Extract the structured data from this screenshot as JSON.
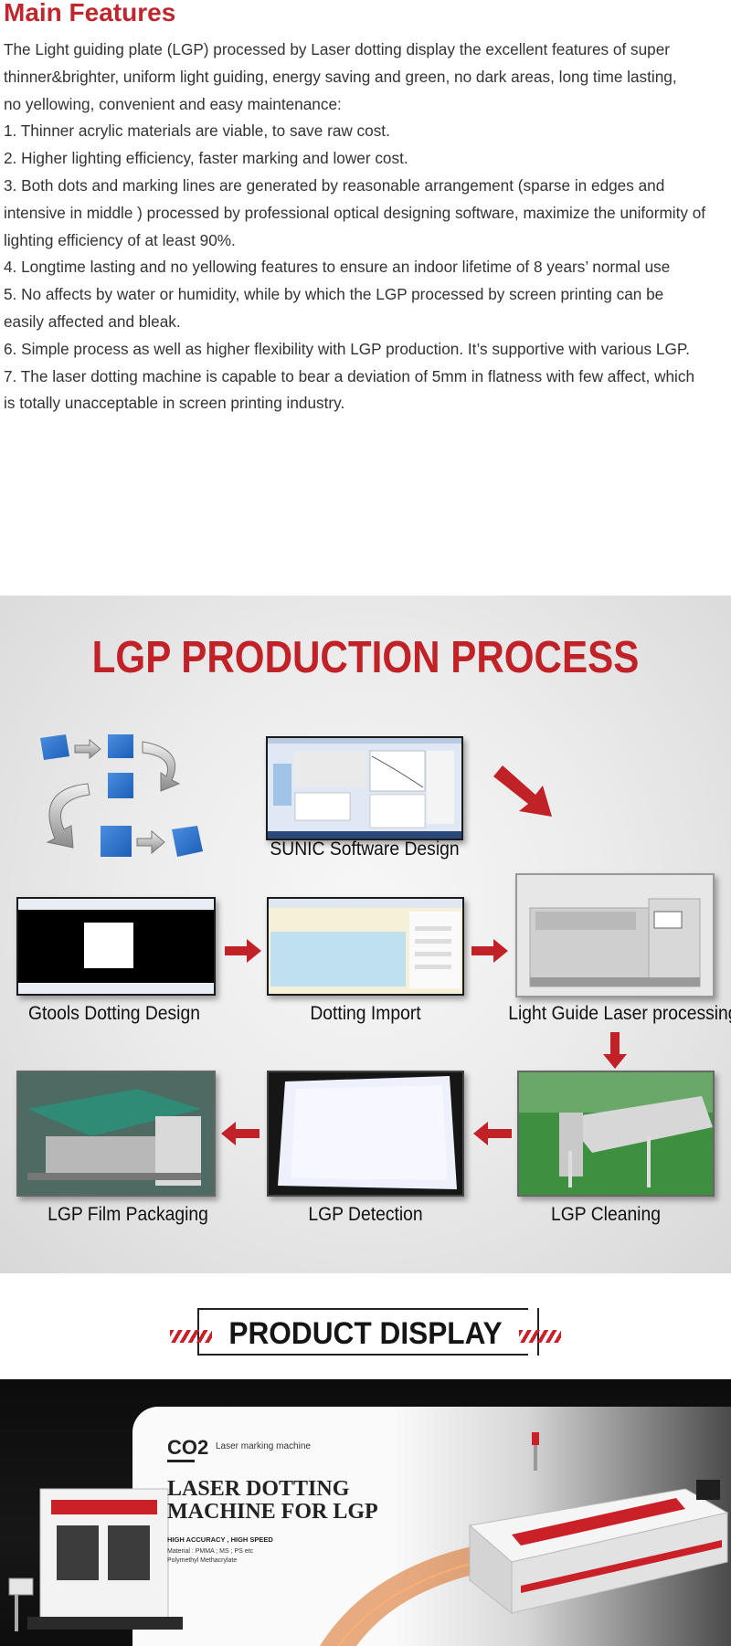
{
  "features": {
    "heading": "Main Features",
    "paragraphs": [
      "The Light guiding plate (LGP) processed by Laser dotting display the excellent features of super thinner&brighter, uniform light guiding, energy saving and green, no dark areas, long time lasting,",
      "no yellowing, convenient and easy maintenance:",
      "1. Thinner acrylic materials are viable, to save raw cost.",
      "2. Higher lighting efficiency, faster marking and lower cost.",
      "3. Both dots and marking lines are generated by reasonable arrangement (sparse in edges and intensive in middle ) processed by professional optical designing software, maximize the uniformity of lighting efficiency of at least 90%.",
      "4. Longtime lasting and no yellowing features to ensure an indoor lifetime of 8 years’ normal use",
      "5. No affects by water or humidity, while by which the LGP processed by screen printing can be",
      "easily affected and bleak.",
      "6. Simple process as well as higher flexibility with LGP production. It’s supportive with various LGP.",
      "7. The laser dotting machine is capable to bear a deviation of 5mm in flatness with few affect, which",
      "is totally unacceptable in screen printing industry."
    ]
  },
  "process": {
    "title": "LGP PRODUCTION PROCESS",
    "steps": [
      "SUNIC Software Design",
      "Gtools Dotting Design",
      "Dotting Import",
      "Light Guide Laser processing",
      "LGP Film Packaging",
      "LGP Detection",
      "LGP Cleaning"
    ],
    "accent_color": "#c02228"
  },
  "product": {
    "title": "PRODUCT DISPLAY",
    "banner": {
      "model": "CO2",
      "model_sub": "Laser marking machine",
      "title": "LASER DOTTING MACHINE FOR LGP",
      "tagline": "HIGH ACCURACY , HIGH SPEED",
      "material": "Material : PMMA ; MS ; PS etc Polymethyl Methacrylate"
    }
  }
}
